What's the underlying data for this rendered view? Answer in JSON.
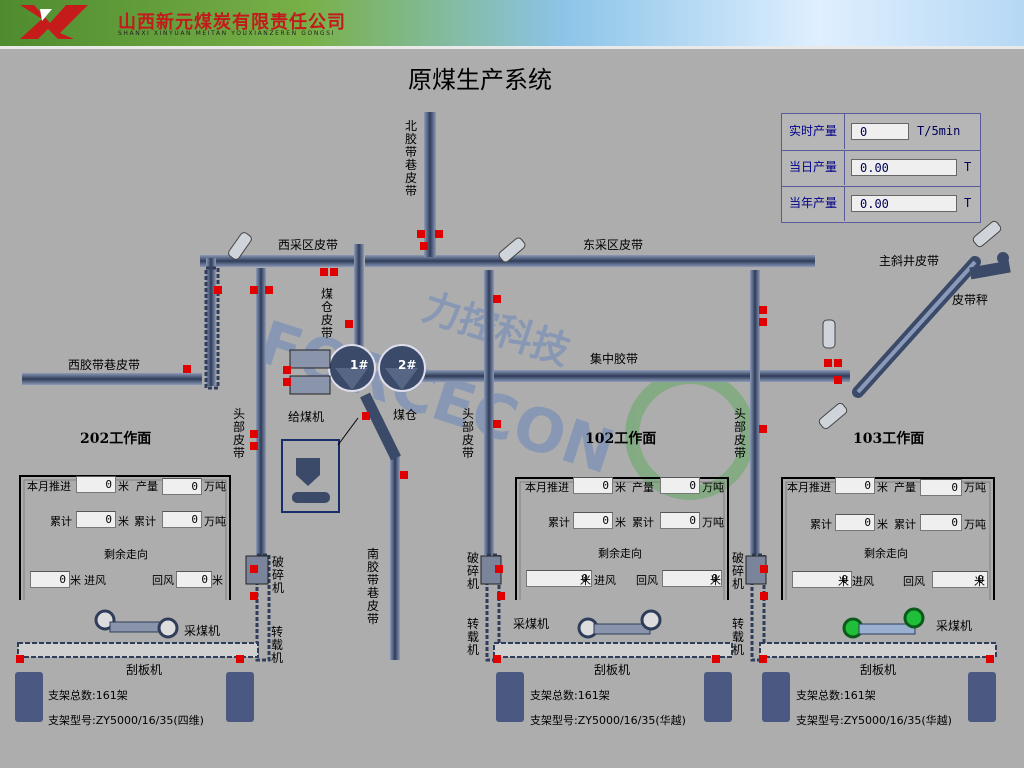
{
  "header": {
    "company_cn": "山西新元煤炭有限责任公司",
    "company_en": "SHANXI XINYUAN MEITAN YOUXIANZEREN GONGSI"
  },
  "title": "原煤生产系统",
  "watermark": "FORCECON",
  "watermark_cn": "力控科技",
  "stats": [
    {
      "label": "实时产量",
      "value": "0",
      "unit": "T/5min"
    },
    {
      "label": "当日产量",
      "value": "0.00",
      "unit": "T"
    },
    {
      "label": "当年产量",
      "value": "0.00",
      "unit": "T"
    }
  ],
  "belts": {
    "north": "北胶带巷皮带",
    "west_zone": "西采区皮带",
    "east_zone": "东采区皮带",
    "west_lane": "西胶带巷皮带",
    "bin_belt": "煤仓皮带",
    "central": "集中胶带",
    "south": "南胶带巷皮带",
    "main_incline": "主斜井皮带",
    "scale": "皮带秤",
    "feeder": "给煤机",
    "bin": "煤仓",
    "bin1": "1#",
    "bin2": "2#"
  },
  "workfaces": [
    {
      "name": "202工作面",
      "head_belt": "头部皮带",
      "crusher": "破碎机",
      "transfer": "转载机",
      "month_label": "本月推进",
      "month_value": "0",
      "total_label": "累计",
      "total_value": "0",
      "prod_label": "产量",
      "prod_value": "0",
      "prod_total_label": "累计",
      "prod_total_value": "0",
      "remain_label": "剩余走向",
      "intake_value": "0",
      "intake_label": "进风",
      "return_label": "回风",
      "return_value": "0",
      "meter": "米",
      "ton": "万吨",
      "shearer": "采煤机",
      "conveyor": "刮板机",
      "support_total": "支架总数:161架",
      "support_model": "支架型号:ZY5000/16/35(四维)"
    },
    {
      "name": "102工作面",
      "head_belt": "头部皮带",
      "crusher": "破碎机",
      "transfer": "转载机",
      "month_label": "本月推进",
      "month_value": "0",
      "total_label": "累计",
      "total_value": "0",
      "prod_label": "产量",
      "prod_value": "0",
      "prod_total_label": "累计",
      "prod_total_value": "0",
      "remain_label": "剩余走向",
      "intake_value": "0",
      "intake_label": "进风",
      "return_label": "回风",
      "return_value": "0",
      "meter": "米",
      "ton": "万吨",
      "shearer": "采煤机",
      "conveyor": "刮板机",
      "support_total": "支架总数:161架",
      "support_model": "支架型号:ZY5000/16/35(华越)"
    },
    {
      "name": "103工作面",
      "head_belt": "头部皮带",
      "crusher": "破碎机",
      "transfer": "转载机",
      "month_label": "本月推进",
      "month_value": "0",
      "total_label": "累计",
      "total_value": "0",
      "prod_label": "产量",
      "prod_value": "0",
      "prod_total_label": "累计",
      "prod_total_value": "0",
      "remain_label": "剩余走向",
      "intake_value": "0",
      "intake_label": "进风",
      "return_label": "回风",
      "return_value": "0",
      "meter": "米",
      "ton": "万吨",
      "shearer": "采煤机",
      "conveyor": "刮板机",
      "support_total": "支架总数:161架",
      "support_model": "支架型号:ZY5000/16/35(华越)"
    }
  ],
  "colors": {
    "belt": "#4a5a7a",
    "indicator": "#e00000",
    "shearer_active": "#1fbf3a",
    "label_blue": "#00008a"
  }
}
